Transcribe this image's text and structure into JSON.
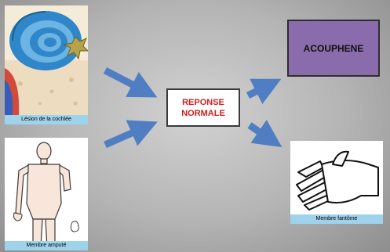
{
  "left_top_panel": {
    "caption": "Lésion de la cochlée"
  },
  "left_bottom_panel": {
    "caption": "Membre amputé"
  },
  "center_box": {
    "line1": "REPONSE",
    "line2": "NORMALE"
  },
  "right_top_box": {
    "label": "ACOUPHENE"
  },
  "right_bottom_panel": {
    "caption": "Membre fantôme"
  },
  "colors": {
    "arrow": "#4f7fc2",
    "center_text": "#d21e1e",
    "purple_box": "#8a6bab",
    "caption_bg": "#9fd3ec"
  },
  "icons": [
    "cochlea-illustration",
    "human-body-illustration",
    "hand-illustration"
  ]
}
